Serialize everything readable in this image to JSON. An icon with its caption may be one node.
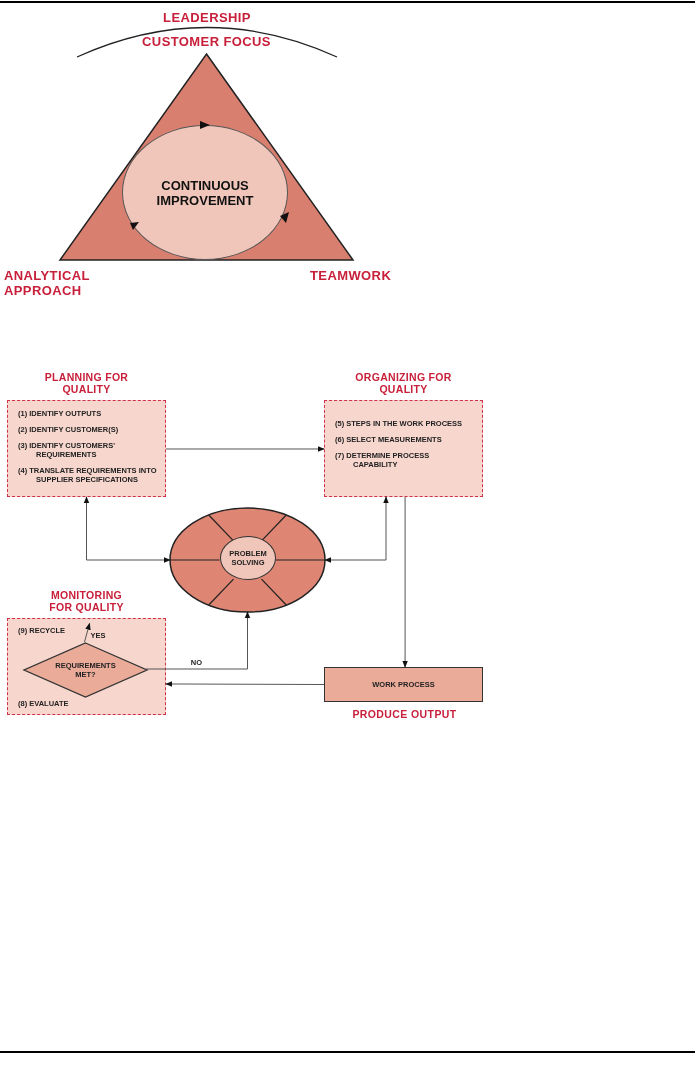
{
  "diagram": {
    "nodes": [
      {
        "text": [],
        "shape": "triangle",
        "beside": [
          "CUSTOMER FOCUS",
          "ANALYTICAL APPROACH",
          "TEAMWORK"
        ]
      },
      {
        "text": [
          "CONTINUOUS IMPROVEMENT"
        ],
        "in": 0
      },
      {
        "text": [
          "PLANNING FOR QUALITY",
          "(1) IDENTIFY OUTPUTS",
          "(2) IDENTIFY CUSTOMER(S)",
          "(3) IDENTIFY CUSTOMERS' REQUIREMENTS",
          "(4) TRANSLATE REQUIREMENTS INTO SUPPLIER SPECIFICATIONS"
        ]
      },
      {
        "text": [
          "ORGANIZING FOR QUALITY",
          "(5) STEPS IN THE WORK PROCESS",
          "(6) SELECT MEASUREMENTS",
          "(7) DETERMINE PROCESS CAPABILITY"
        ]
      },
      {
        "text": [],
        "shape": "circle"
      },
      {
        "text": [
          "PROBLEM SOLVING"
        ],
        "in": 4
      },
      {
        "text": [
          "MONITORING FOR QUALITY",
          "(8) EVALUATE"
        ]
      },
      {
        "text": [
          "(9) RECYCLE"
        ],
        "in": 6
      },
      {
        "text": [
          "REQUIREMENTS MET?"
        ],
        "in": 6
      },
      {
        "text": [
          "WORK PROCESS"
        ],
        "beside": [
          "PRODUCE OUTPUT"
        ]
      }
    ],
    "edges": [
      {
        "from": 2,
        "to": 3,
        "arrow": "to"
      },
      {
        "from": 4,
        "to": 2,
        "arrow": "both"
      },
      {
        "from": 4,
        "to": 3,
        "arrow": "both"
      },
      {
        "from": 3,
        "to": 9,
        "arrow": "to"
      },
      {
        "from": 9,
        "to": 6,
        "arrow": "to"
      },
      {
        "from": 8,
        "to": 4,
        "arrow": "to",
        "label": "NO"
      },
      {
        "from": 8,
        "to": 7,
        "arrow": "to",
        "label": "YES"
      }
    ],
    "labels": [
      "LEADERSHIP"
    ]
  }
}
